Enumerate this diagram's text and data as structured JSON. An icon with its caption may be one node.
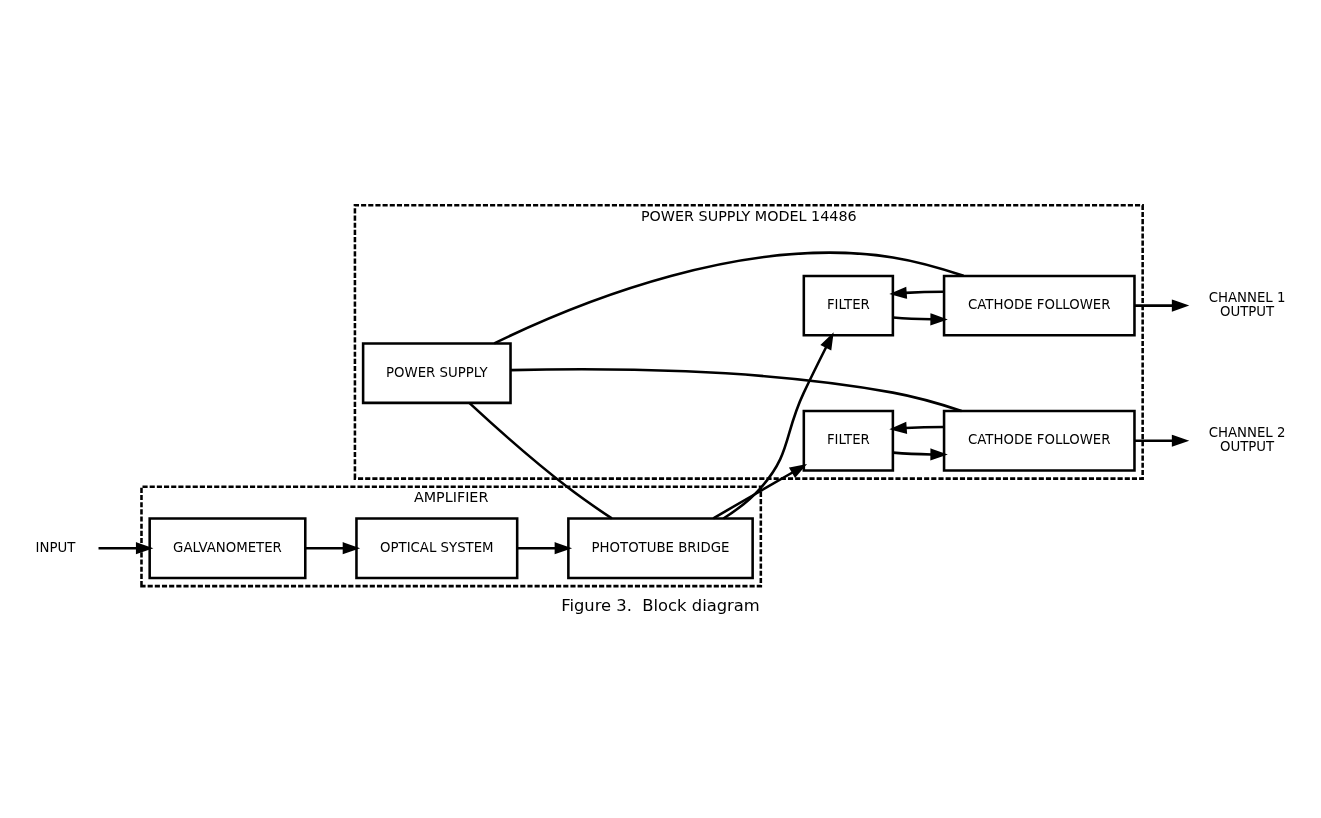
{
  "diagram": {
    "caption": "Figure 3.  Block diagram",
    "nodes": [
      {
        "text": [
          "AMPLIFIER"
        ]
      },
      {
        "text": [
          "POWER SUPPLY MODEL 14486"
        ]
      },
      {
        "text": [
          "PHOTOTUBE BRIDGE"
        ],
        "in": 0
      },
      {
        "text": [
          "OPTICAL SYSTEM"
        ],
        "in": 0
      },
      {
        "text": [
          "GALVANOMETER"
        ],
        "in": 0
      },
      {
        "text": [
          "FILTER"
        ],
        "in": 1
      },
      {
        "text": [
          "CATHODE FOLLOWER"
        ],
        "in": 1
      },
      {
        "text": [
          "FILTER"
        ],
        "in": 1
      },
      {
        "text": [
          "CATHODE FOLLOWER"
        ],
        "in": 1
      },
      {
        "text": [
          "POWER SUPPLY"
        ],
        "in": 1
      },
      {
        "text": [
          "INPUT"
        ]
      },
      {
        "text": [
          "CHANNEL 1",
          "OUTPUT"
        ]
      },
      {
        "text": [
          "CHANNEL 2",
          "OUTPUT"
        ]
      }
    ],
    "edges": [
      {
        "from": 10,
        "to": 4,
        "arrow": "to"
      },
      {
        "from": 4,
        "to": 3,
        "arrow": "to"
      },
      {
        "from": 3,
        "to": 2,
        "arrow": "to"
      },
      {
        "from": 2,
        "to": 5,
        "arrow": "to"
      },
      {
        "from": 2,
        "to": 7,
        "arrow": "to"
      },
      {
        "from": 5,
        "to": 6,
        "arrow": "to"
      },
      {
        "from": 6,
        "to": 5,
        "arrow": "to"
      },
      {
        "from": 7,
        "to": 8,
        "arrow": "to"
      },
      {
        "from": 8,
        "to": 7,
        "arrow": "to"
      },
      {
        "from": 6,
        "to": 11,
        "arrow": "to"
      },
      {
        "from": 8,
        "to": 12,
        "arrow": "to"
      },
      {
        "from": 9,
        "to": 2,
        "arrow": "none"
      },
      {
        "from": 9,
        "to": 6,
        "arrow": "none"
      },
      {
        "from": 9,
        "to": 8,
        "arrow": "none"
      }
    ]
  }
}
